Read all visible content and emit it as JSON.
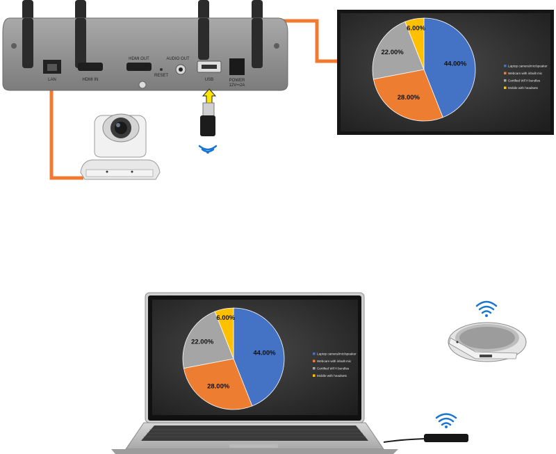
{
  "device": {
    "ports": {
      "lan": "LAN",
      "hdmi_in": "HDMI IN",
      "hdmi_out": "HDMI OUT",
      "reset": "RESET",
      "audio_out": "AUDIO OUT",
      "usb": "USB",
      "power": "POWER",
      "power_rating": "12V⎓2A"
    }
  },
  "chart_data": [
    {
      "type": "pie",
      "location": "monitor",
      "title": "",
      "categories": [
        "Laptop camera/mic/speaker",
        "Webcam with inbuilt mic",
        "Certified WFH bundles",
        "Mobile with headsets"
      ],
      "values": [
        44.0,
        28.0,
        22.0,
        6.0
      ],
      "labels": [
        "44.00%",
        "28.00%",
        "22.00%",
        "6.00%"
      ],
      "colors": [
        "#4472c4",
        "#ed7d31",
        "#a5a5a5",
        "#ffc000"
      ],
      "legend_position": "right"
    },
    {
      "type": "pie",
      "location": "laptop",
      "title": "",
      "categories": [
        "Laptop camera/mic/speaker",
        "Webcam with inbuilt mic",
        "Certified WFH bundles",
        "Mobile with headsets"
      ],
      "values": [
        44.0,
        28.0,
        22.0,
        6.0
      ],
      "labels": [
        "44.00%",
        "28.00%",
        "22.00%",
        "6.00%"
      ],
      "colors": [
        "#4472c4",
        "#ed7d31",
        "#a5a5a5",
        "#ffc000"
      ],
      "legend_position": "right"
    }
  ],
  "colors": {
    "cable": "#f07a30",
    "device_body": "#8e8e8e",
    "antenna": "#2b2b2b",
    "usb_arrow": "#ffe600",
    "wifi": "#1976d2",
    "screen_dark": "#2a2a2a"
  },
  "icons": [
    "wifi-icon",
    "usb-arrow-icon"
  ]
}
